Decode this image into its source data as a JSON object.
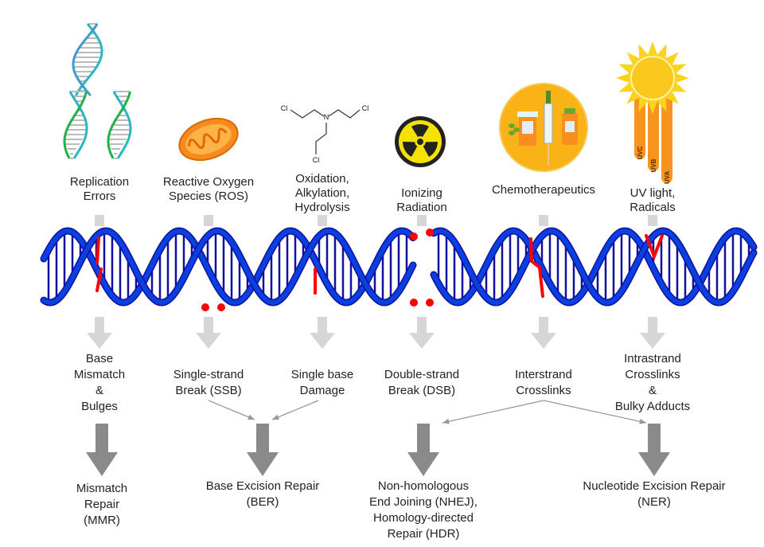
{
  "sources": [
    {
      "lines": [
        "Replication",
        "Errors"
      ],
      "icon": "dna-double-helix-icon"
    },
    {
      "lines": [
        "Reactive Oxygen",
        "Species (ROS)"
      ],
      "icon": "mitochondrion-icon"
    },
    {
      "lines": [
        "Oxidation,",
        "Alkylation,",
        "Hydrolysis"
      ],
      "icon": "nitrogen-mustard-structure-icon",
      "atoms": [
        "Cl",
        "N",
        "Cl",
        "Cl"
      ]
    },
    {
      "lines": [
        "Ionizing",
        "Radiation"
      ],
      "icon": "radiation-hazard-icon"
    },
    {
      "lines": [
        "Chemotherapeutics"
      ],
      "icon": "drugs-syringe-icon"
    },
    {
      "lines": [
        "UV light,",
        "Radicals"
      ],
      "icon": "sun-uv-icon",
      "uv_labels": [
        "UVC",
        "UVB",
        "UVA"
      ]
    }
  ],
  "damages": [
    {
      "lines": [
        "Base",
        "Mismatch",
        "&",
        "Bulges"
      ]
    },
    {
      "lines": [
        "Single-strand",
        "Break (SSB)"
      ]
    },
    {
      "lines": [
        "Single base",
        "Damage"
      ]
    },
    {
      "lines": [
        "Double-strand",
        "Break (DSB)"
      ]
    },
    {
      "lines": [
        "Interstrand",
        "Crosslinks"
      ]
    },
    {
      "lines": [
        "Intrastrand",
        "Crosslinks",
        "&",
        "Bulky Adducts"
      ]
    }
  ],
  "repairs": [
    {
      "lines": [
        "Mismatch",
        "Repair",
        "(MMR)"
      ]
    },
    {
      "lines": [
        "Base Excision Repair",
        "(BER)"
      ]
    },
    {
      "lines": [
        "Non-homologous",
        "End Joining (NHEJ),",
        "Homology-directed",
        "Repair (HDR)"
      ]
    },
    {
      "lines": [
        "Nucleotide Excision Repair",
        "(NER)"
      ]
    }
  ],
  "colors": {
    "dna": "#0a3fe0",
    "dna_edge": "#1010a0",
    "damage": "#ff0000",
    "arrow_light": "#d6d6d6",
    "arrow_dark": "#8a8a8a",
    "orange": "#f7a21b"
  }
}
